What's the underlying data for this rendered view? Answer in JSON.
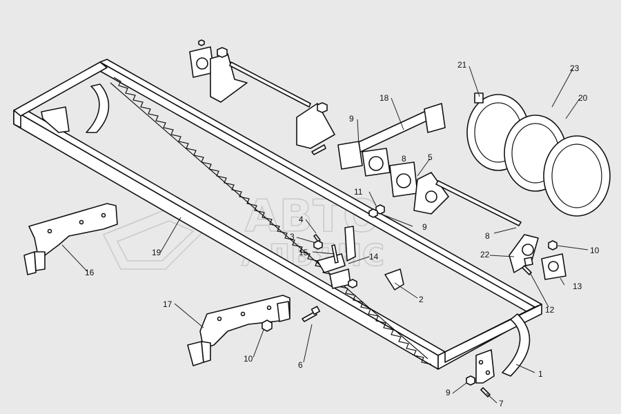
{
  "watermark": {
    "line1": "АВТО",
    "line2": "АЛЬЯНС"
  },
  "callouts": [
    {
      "id": "1",
      "label": "1"
    },
    {
      "id": "2",
      "label": "2"
    },
    {
      "id": "3",
      "label": "3"
    },
    {
      "id": "4",
      "label": "4"
    },
    {
      "id": "5",
      "label": "5"
    },
    {
      "id": "6",
      "label": "6"
    },
    {
      "id": "7",
      "label": "7"
    },
    {
      "id": "8a",
      "label": "8"
    },
    {
      "id": "8b",
      "label": "8"
    },
    {
      "id": "9a",
      "label": "9"
    },
    {
      "id": "9b",
      "label": "9"
    },
    {
      "id": "9c",
      "label": "9"
    },
    {
      "id": "10a",
      "label": "10"
    },
    {
      "id": "10b",
      "label": "10"
    },
    {
      "id": "11",
      "label": "11"
    },
    {
      "id": "12",
      "label": "12"
    },
    {
      "id": "13",
      "label": "13"
    },
    {
      "id": "14",
      "label": "14"
    },
    {
      "id": "15",
      "label": "15"
    },
    {
      "id": "16",
      "label": "16"
    },
    {
      "id": "17",
      "label": "17"
    },
    {
      "id": "18",
      "label": "18"
    },
    {
      "id": "19",
      "label": "19"
    },
    {
      "id": "20",
      "label": "20"
    },
    {
      "id": "21",
      "label": "21"
    },
    {
      "id": "22",
      "label": "22"
    },
    {
      "id": "23",
      "label": "23"
    }
  ]
}
